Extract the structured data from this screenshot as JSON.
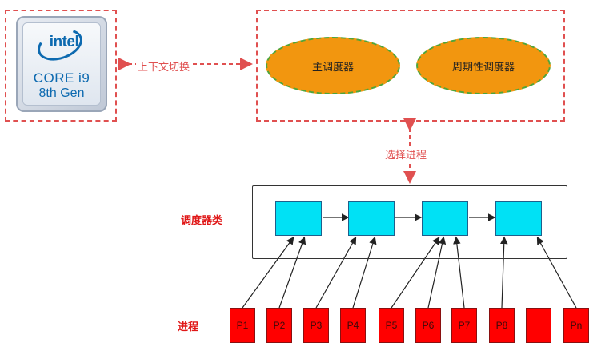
{
  "cpu": {
    "brand": "intel",
    "model": "CORE i9",
    "generation": "8th Gen"
  },
  "labels": {
    "context_switch": "上下文切换",
    "select_process": "选择进程",
    "scheduling_class": "调度器类",
    "processes": "进程"
  },
  "schedulers": {
    "main": "主调度器",
    "periodic": "周期性调度器"
  },
  "processes": [
    "P1",
    "P2",
    "P3",
    "P4",
    "P5",
    "P6",
    "P7",
    "P8",
    "",
    "Pn"
  ],
  "colors": {
    "dashed_frame": "#e05050",
    "scheduler_fill": "#f2960f",
    "scheduler_border": "#4fa53a",
    "class_box": "#00e1f5",
    "process_box": "#ff0000",
    "label_text": "#e01818"
  }
}
